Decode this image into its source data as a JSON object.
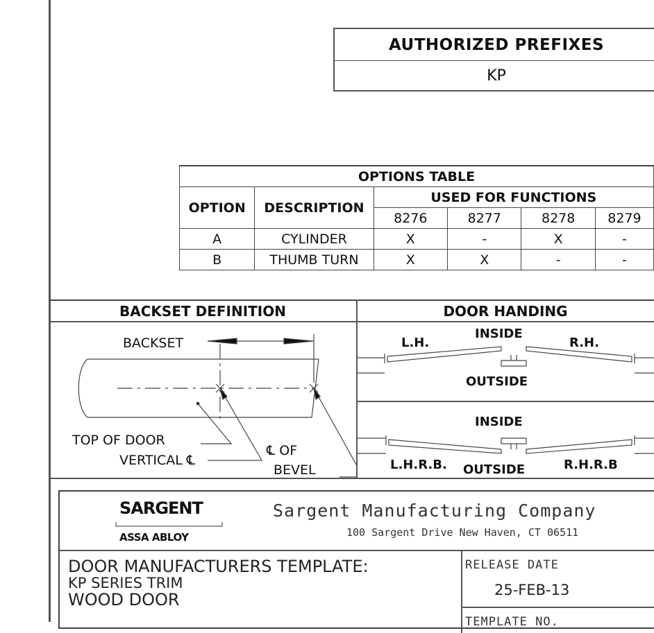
{
  "authorized_prefixes": {
    "title": "AUTHORIZED PREFIXES",
    "value": "KP"
  },
  "options_table": {
    "title": "OPTIONS TABLE",
    "col_option": "OPTION",
    "col_description": "DESCRIPTION",
    "used_for": "USED FOR FUNCTIONS",
    "functions": [
      "8276",
      "8277",
      "8278",
      "8279"
    ],
    "rows": [
      {
        "option": "A",
        "description": "CYLINDER",
        "marks": [
          "X",
          "-",
          "X",
          "-"
        ]
      },
      {
        "option": "B",
        "description": "THUMB TURN",
        "marks": [
          "X",
          "X",
          "-",
          "-"
        ]
      }
    ]
  },
  "backset": {
    "title": "BACKSET DEFINITION",
    "backset_label": "BACKSET",
    "top_of_door": "TOP OF DOOR",
    "vertical_cl": "VERTICAL ℄",
    "cl_of": "℄ OF",
    "bevel": "BEVEL"
  },
  "door_handing": {
    "title": "DOOR HANDING",
    "lh": "L.H.",
    "rh": "R.H.",
    "inside": "INSIDE",
    "outside": "OUTSIDE",
    "lhrb": "L.H.R.B.",
    "rhrb": "R.H.R.B"
  },
  "title_block": {
    "logo_main": "SARGENT",
    "logo_sub": "ASSA ABLOY",
    "company": "Sargent Manufacturing Company",
    "address": "100 Sargent Drive New Haven, CT 06511",
    "template_line1": "DOOR MANUFACTURERS TEMPLATE:",
    "template_line2": "KP SERIES TRIM",
    "template_line3": "WOOD DOOR",
    "release_label": "RELEASE DATE",
    "release_date": "25-FEB-13",
    "template_no_label": "TEMPLATE NO."
  }
}
